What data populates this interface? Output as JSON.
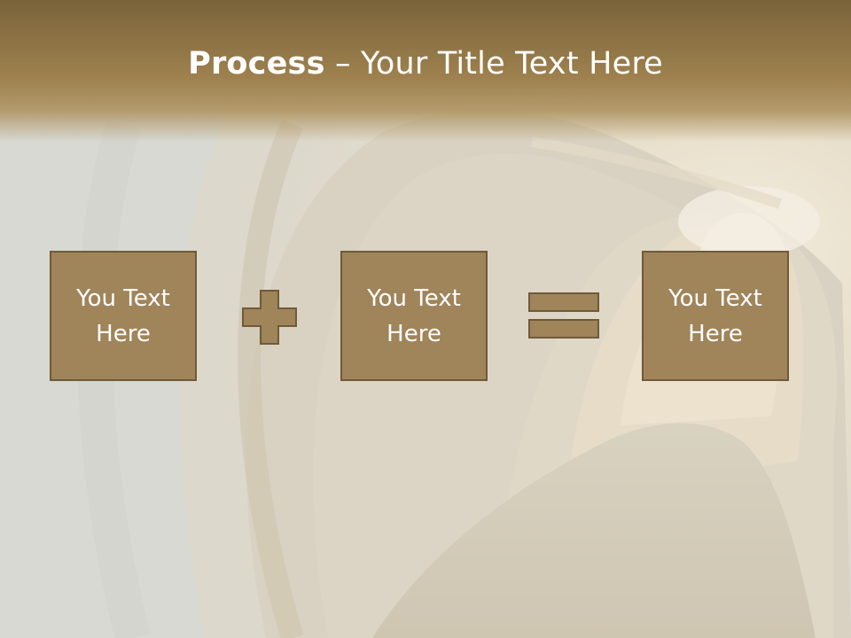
{
  "slide": {
    "title_bold": "Process",
    "title_rest": " – Your Title Text Here",
    "boxes": [
      {
        "label": "You Text Here"
      },
      {
        "label": "You Text Here"
      },
      {
        "label": "You Text Here"
      }
    ],
    "operators": [
      "plus-icon",
      "equals-icon"
    ],
    "background_image": "tunnel-photo"
  },
  "colors": {
    "title_band": "#9e814e",
    "box_fill": "#a0845a",
    "box_border": "#6f5a38",
    "text": "#ffffff"
  }
}
